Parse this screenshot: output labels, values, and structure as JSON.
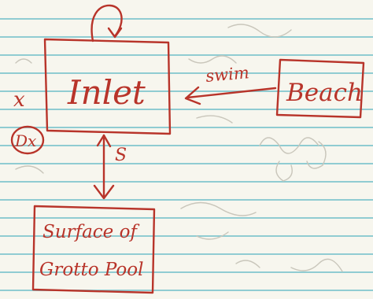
{
  "nodes": {
    "inlet": "Inlet",
    "beach": "Beach",
    "surface": {
      "line1": "Surface of",
      "line2": "Grotto Pool"
    }
  },
  "marks": {
    "x": "x",
    "dx": "Dx",
    "edge_swim": "swim",
    "edge_s": "S"
  },
  "colors": {
    "ink": "#b8342a",
    "rule_lines": "#6ebec8",
    "paper": "#f7f6ee"
  }
}
